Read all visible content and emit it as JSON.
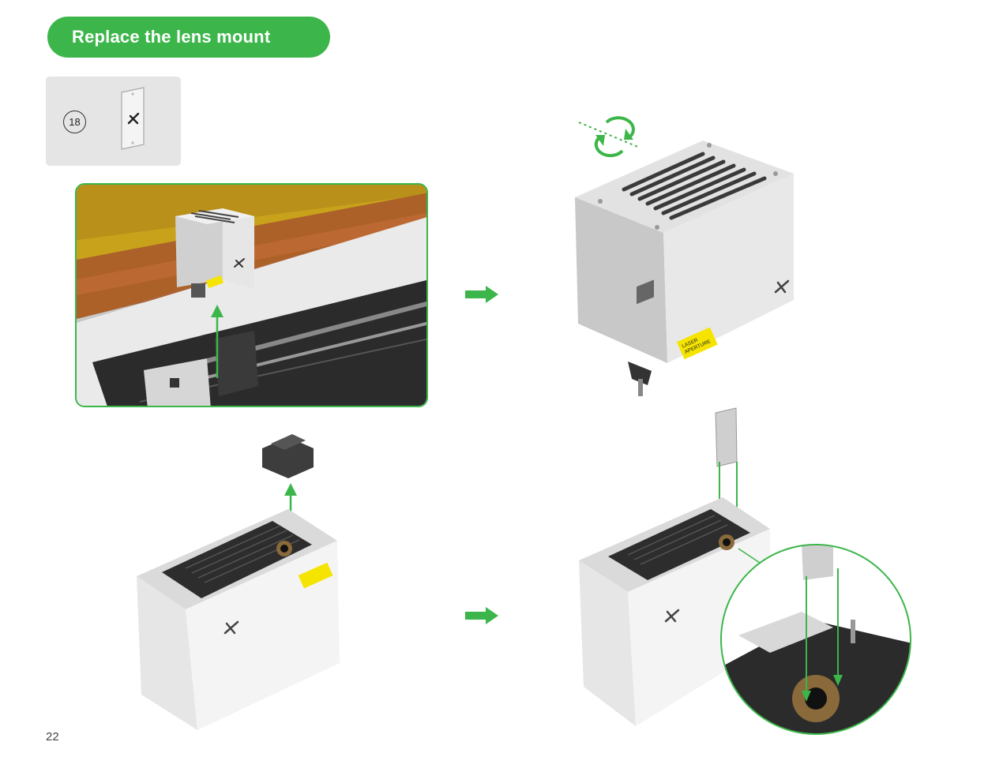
{
  "header": {
    "title": "Replace the lens mount"
  },
  "part": {
    "quantity": "18"
  },
  "labels": {
    "aperture_line1": "LASER",
    "aperture_line2": "APERTURE"
  },
  "footer": {
    "page_number": "22"
  },
  "colors": {
    "accent_green": "#3cb64a",
    "label_yellow": "#f5e400",
    "panel_gray": "#e5e5e5"
  },
  "icons": [
    "brand-x-icon",
    "rotate-icon",
    "right-arrow-icon",
    "up-arrow-icon",
    "down-arrow-icon",
    "qr-code-icon"
  ]
}
